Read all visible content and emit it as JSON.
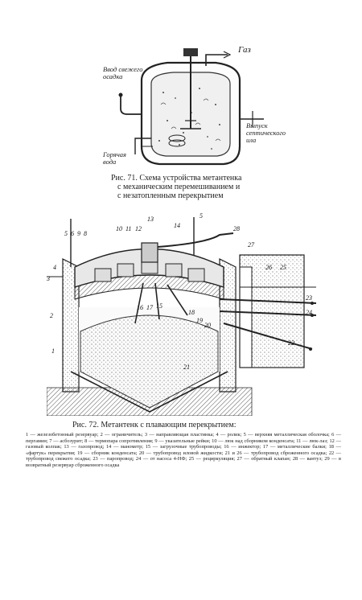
{
  "figure71": {
    "labels": {
      "fresh_input": [
        "Ввод свежего",
        "осадка"
      ],
      "gas": "Газ",
      "outlet": [
        "Выпуск",
        "септического",
        "ила"
      ],
      "hot_water": [
        "Горячая",
        "вода"
      ]
    },
    "caption": [
      "Рис. 71. Схема устройства метантенка",
      "с механическим перемешиванием и",
      "с незатопленным перекрытием"
    ]
  },
  "figure72": {
    "numbers": [
      "5",
      "6",
      "9",
      "8",
      "10",
      "11",
      "12",
      "13",
      "14",
      "5",
      "28",
      "27",
      "26",
      "25",
      "4",
      "3",
      "2",
      "1",
      "16",
      "17",
      "15",
      "18",
      "19",
      "20",
      "21",
      "23",
      "24",
      "22"
    ],
    "caption_title": "Рис. 72. Метантенк с плавающим перекрытием:",
    "legend": "1 — железобетонный резервуар; 2 — ограничитель; 3 — направляющая пластинка; 4 — ролик; 5 — верхняя металлическая оболочка; 6 — пергамин; 7 — асбозурит; 8 — термопара сопротивления; 9 — указательные рейки; 10 — люк над сборником конденсата; 11 — люк-лаз; 12 — газовый колпак; 13 — газопровод; 14 — манометр; 15 — загрузочные трубопроводы; 16 — инжектор; 17 — металлические балки; 18 — «фартук» перекрытия; 19 — сборник конденсата; 20 — трубопровод иловой жидкости; 21 и 26 — трубопровод сброженного осадка; 22 — трубопровод свежего осадка; 23 — паропровод; 24 — от насоса 4-НФ; 25 — рециркуляция; 27 — обратный клапан; 28 — вантуз; 29 — в возвратный резервуар сброженного осадка"
  }
}
